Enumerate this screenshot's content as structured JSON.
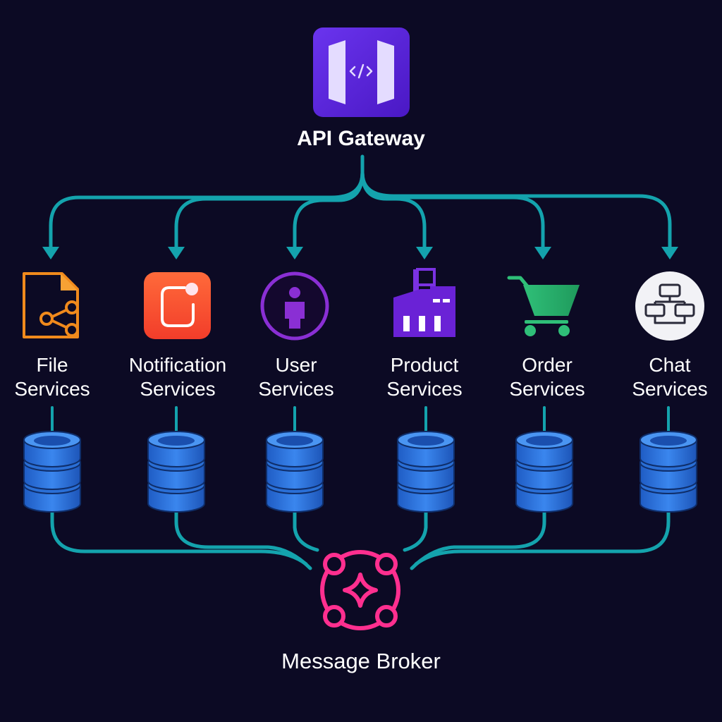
{
  "gateway": {
    "label": "API Gateway",
    "icon": "api-gateway-icon"
  },
  "broker": {
    "label": "Message Broker",
    "icon": "message-broker-icon"
  },
  "services": [
    {
      "id": "file",
      "line1": "File",
      "line2": "Services",
      "icon": "file-share-icon"
    },
    {
      "id": "notification",
      "line1": "Notification",
      "line2": "Services",
      "icon": "notification-icon"
    },
    {
      "id": "user",
      "line1": "User",
      "line2": "Services",
      "icon": "user-icon"
    },
    {
      "id": "product",
      "line1": "Product",
      "line2": "Services",
      "icon": "factory-icon"
    },
    {
      "id": "order",
      "line1": "Order",
      "line2": "Services",
      "icon": "shopping-cart-icon"
    },
    {
      "id": "chat",
      "line1": "Chat",
      "line2": "Services",
      "icon": "chat-network-icon"
    }
  ],
  "database_icon": "database-icon",
  "colors": {
    "background": "#0c0a24",
    "connector": "#14a3ad",
    "gateway": "#5a24d6",
    "broker": "#ff2f8f",
    "database": "#2a6fd6"
  }
}
